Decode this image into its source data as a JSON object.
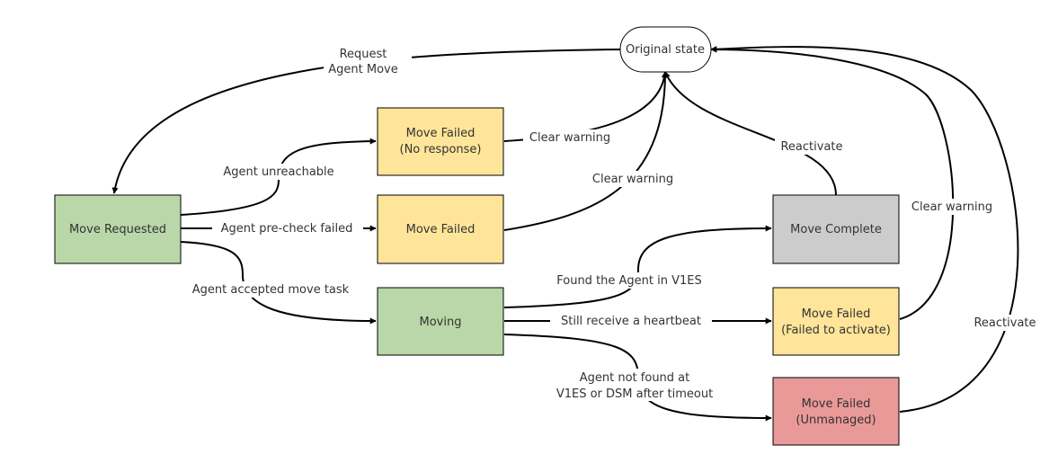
{
  "colors": {
    "green": "#b9d7a8",
    "yellow": "#ffe599",
    "gray": "#cccccc",
    "red": "#ea9999",
    "white": "#ffffff",
    "stroke": "#000000",
    "text": "#333333"
  },
  "nodes": [
    {
      "id": "original",
      "lines": [
        "Original state"
      ],
      "shape": "rounded",
      "fill": "#ffffff"
    },
    {
      "id": "requested",
      "lines": [
        "Move Requested"
      ],
      "shape": "rect",
      "fill": "#b9d7a8"
    },
    {
      "id": "failed-noresp",
      "lines": [
        "Move Failed",
        "(No response)"
      ],
      "shape": "rect",
      "fill": "#ffe599"
    },
    {
      "id": "failed",
      "lines": [
        "Move Failed"
      ],
      "shape": "rect",
      "fill": "#ffe599"
    },
    {
      "id": "moving",
      "lines": [
        "Moving"
      ],
      "shape": "rect",
      "fill": "#b9d7a8"
    },
    {
      "id": "complete",
      "lines": [
        "Move Complete"
      ],
      "shape": "rect",
      "fill": "#cccccc"
    },
    {
      "id": "failed-activate",
      "lines": [
        "Move Failed",
        "(Failed to activate)"
      ],
      "shape": "rect",
      "fill": "#ffe599"
    },
    {
      "id": "failed-unmanaged",
      "lines": [
        "Move Failed",
        "(Unmanaged)"
      ],
      "shape": "rect",
      "fill": "#ea9999"
    }
  ],
  "edges": [
    {
      "id": "request-agent-move",
      "from": "original",
      "to": "requested",
      "lines": [
        "Request",
        "Agent Move"
      ]
    },
    {
      "id": "agent-unreachable",
      "from": "requested",
      "to": "failed-noresp",
      "lines": [
        "Agent unreachable"
      ]
    },
    {
      "id": "agent-precheck-failed",
      "from": "requested",
      "to": "failed",
      "lines": [
        "Agent pre-check failed"
      ]
    },
    {
      "id": "agent-accepted",
      "from": "requested",
      "to": "moving",
      "lines": [
        "Agent accepted move task"
      ]
    },
    {
      "id": "clear-warning-noresp",
      "from": "failed-noresp",
      "to": "original",
      "lines": [
        "Clear warning"
      ]
    },
    {
      "id": "clear-warning-failed",
      "from": "failed",
      "to": "original",
      "lines": [
        "Clear warning"
      ]
    },
    {
      "id": "reactivate-complete",
      "from": "complete",
      "to": "original",
      "lines": [
        "Reactivate"
      ]
    },
    {
      "id": "found-agent",
      "from": "moving",
      "to": "complete",
      "lines": [
        "Found the Agent in V1ES"
      ]
    },
    {
      "id": "still-heartbeat",
      "from": "moving",
      "to": "failed-activate",
      "lines": [
        "Still receive a heartbeat"
      ]
    },
    {
      "id": "agent-not-found",
      "from": "moving",
      "to": "failed-unmanaged",
      "lines": [
        "Agent not found at",
        "V1ES or DSM after timeout"
      ]
    },
    {
      "id": "clear-warning-activate",
      "from": "failed-activate",
      "to": "original",
      "lines": [
        "Clear warning"
      ]
    },
    {
      "id": "reactivate-unmanaged",
      "from": "failed-unmanaged",
      "to": "original",
      "lines": [
        "Reactivate"
      ]
    }
  ]
}
